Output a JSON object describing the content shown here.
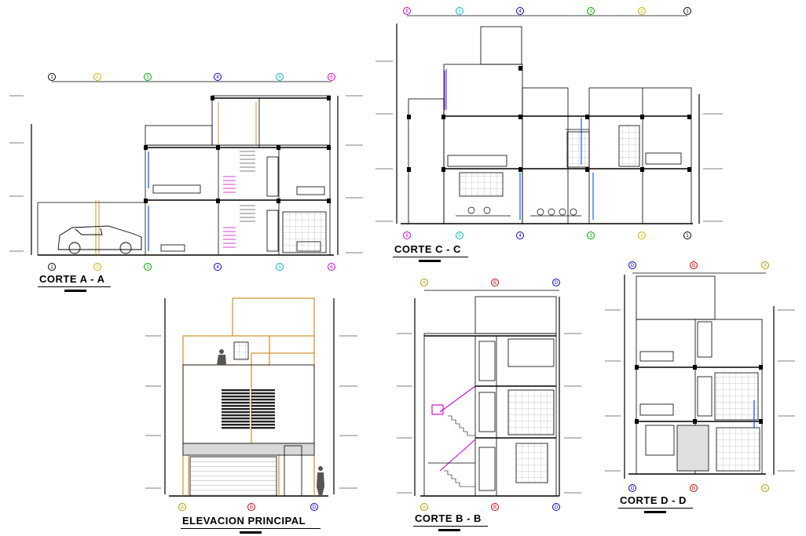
{
  "drawing": {
    "views": [
      {
        "title": "CORTE A - A"
      },
      {
        "title": "CORTE C - C"
      },
      {
        "title": "ELEVACION PRINCIPAL"
      },
      {
        "title": "CORTE B - B"
      },
      {
        "title": "CORTE D - D"
      }
    ],
    "axes": {
      "a_a": [
        "1",
        "2",
        "3",
        "4",
        "5",
        "6"
      ],
      "c_c": [
        "6",
        "5",
        "4",
        "3",
        "2",
        "1"
      ],
      "b_b": [
        "A",
        "B",
        "D"
      ],
      "d_d": [
        "D",
        "B",
        "A"
      ],
      "elev": [
        "A",
        "B",
        "D"
      ]
    },
    "colors": {
      "line": "#000000",
      "axis_1": "#000000",
      "axis_2": "#c8b400",
      "axis_3": "#00a000",
      "axis_4": "#0000cc",
      "axis_5": "#00b4c8",
      "axis_6": "#d000d0",
      "axis_A": "#b49600",
      "axis_B": "#cc0000",
      "axis_D": "#0000cc",
      "wood": "#c87800",
      "stair": "#cc00cc",
      "glass": "#0050ff",
      "tile": "#888888"
    }
  }
}
